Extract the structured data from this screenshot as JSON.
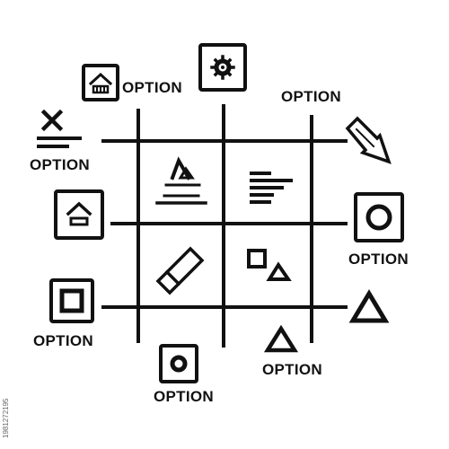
{
  "options": {
    "top_left": "OPTION",
    "top_right": "OPTION",
    "left_upper": "OPTION",
    "right_middle": "OPTION",
    "left_lower": "OPTION",
    "bottom_left": "OPTION",
    "bottom_right": "OPTION"
  },
  "watermark": {
    "stock_id": "1981272195"
  },
  "colors": {
    "stroke": "#111111",
    "background": "#ffffff"
  },
  "icons": [
    "house-icon",
    "gear-icon",
    "arrow-down-right-icon",
    "close-lines-icon",
    "home-small-icon",
    "circle-square-icon",
    "square-square-icon",
    "triangle-icon",
    "dot-square-icon",
    "triangle-icon",
    "water-pyramid-icon",
    "align-left-icon",
    "pencil-icon",
    "shapes-icon"
  ]
}
